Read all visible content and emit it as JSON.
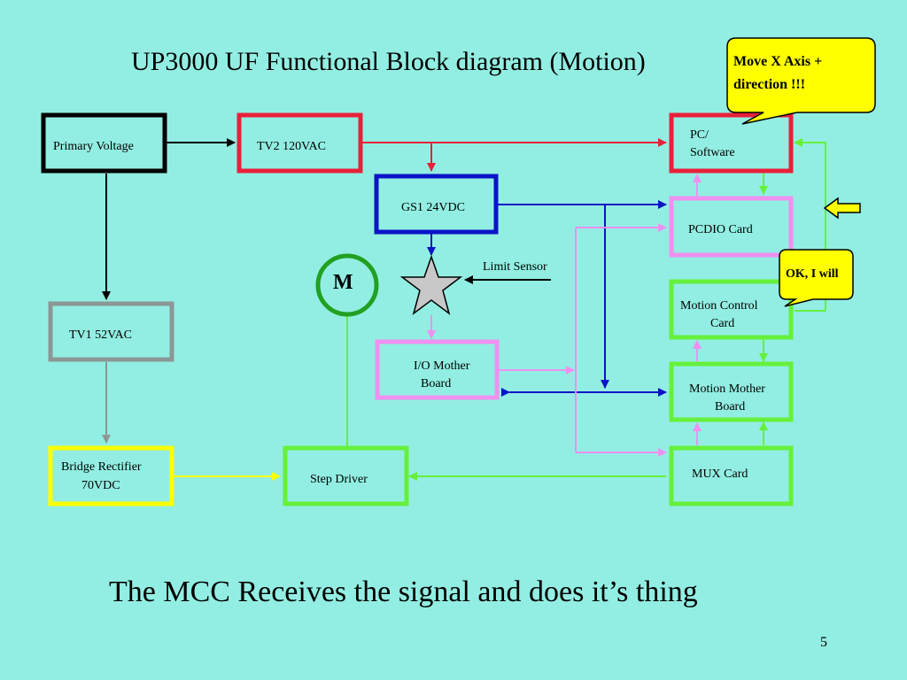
{
  "title": "UP3000 UF Functional Block diagram (Motion)",
  "caption": "The MCC Receives the signal and does it’s thing",
  "page_number": "5",
  "callouts": {
    "top_line1": "Move X Axis  +",
    "top_line2": "direction !!!",
    "right": "OK, I will"
  },
  "blocks": {
    "primary_voltage": "Primary Voltage",
    "tv2": "TV2 120VAC",
    "pc_line1": "PC/",
    "pc_line2": "Software",
    "gs1": "GS1 24VDC",
    "pcdio": "PCDIO Card",
    "motor": "M",
    "limit_sensor": "Limit Sensor",
    "tv1": "TV1 52VAC",
    "mcc_line1": "Motion Control",
    "mcc_line2": "Card",
    "io_line1": "I/O Mother",
    "io_line2": "Board",
    "mmb_line1": "Motion Mother",
    "mmb_line2": "Board",
    "bridge_line1": "Bridge Rectifier",
    "bridge_line2": "70VDC",
    "step_driver": "Step Driver",
    "mux": "MUX Card"
  },
  "colors": {
    "background": "#92EEE2",
    "black": "#000000",
    "red": "#E8203A",
    "blue": "#0A14C8",
    "gray": "#8C9696",
    "yellow": "#FFFF00",
    "green": "#66F03C",
    "pink": "#F090F0",
    "motor_green": "#22A022",
    "callout_yellow": "#FFFF00",
    "arrow_indicator": "#FFFF00"
  }
}
